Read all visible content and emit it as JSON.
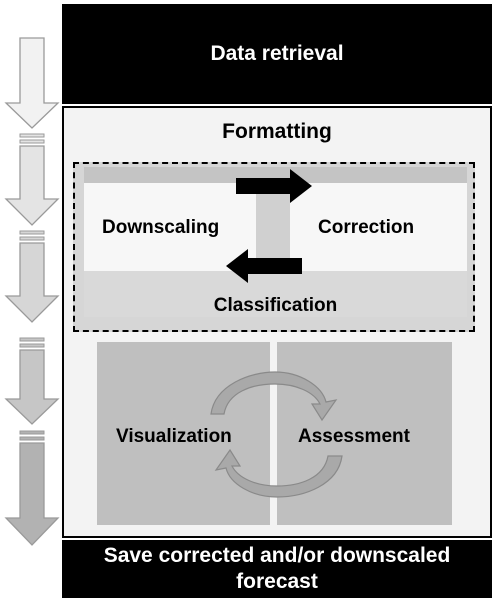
{
  "steps": {
    "top": "Data retrieval",
    "formatting": "Formatting",
    "downscaling": "Downscaling",
    "correction": "Correction",
    "classification": "Classification",
    "visualization": "Visualization",
    "assessment": "Assessment",
    "bottom_line1": "Save corrected and/or downscaled",
    "bottom_line2": "forecast"
  },
  "colors": {
    "bars": "#000000",
    "outer_fill": "#f3f3f3",
    "panel_fill": "#bfbfbf",
    "left_arrow_shades": [
      "#f2f2f2",
      "#e4e4e4",
      "#d6d6d6",
      "#c6c6c6",
      "#b2b2b2"
    ]
  }
}
